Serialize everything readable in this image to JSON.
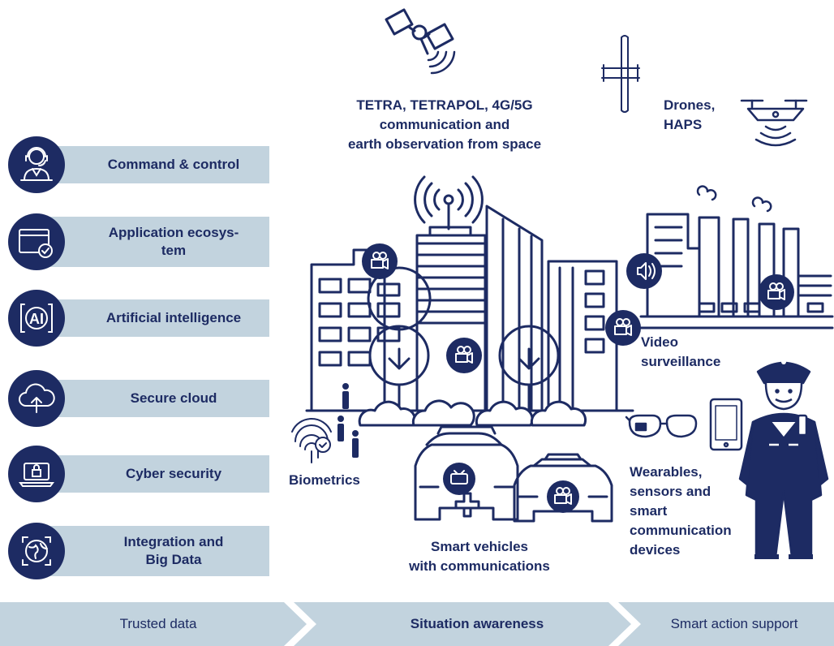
{
  "capabilities": [
    {
      "label": "Command & control",
      "icon": "operator-headset-icon"
    },
    {
      "label": "Application ecosys-\ntem",
      "icon": "application-window-check-icon"
    },
    {
      "label": "Artificial intelligence",
      "icon": "ai-icon"
    },
    {
      "label": "Secure cloud",
      "icon": "cloud-upload-icon"
    },
    {
      "label": "Cyber security",
      "icon": "laptop-lock-icon"
    },
    {
      "label": "Integration and\nBig Data",
      "icon": "globe-network-icon"
    }
  ],
  "labels": {
    "space_comms": "TETRA, TETRAPOL, 4G/5G\ncommunication and\nearth observation from space",
    "drones": "Drones,\nHAPS",
    "video_surveillance": "Video\nsurveillance",
    "biometrics": "Biometrics",
    "smart_vehicles": "Smart vehicles\nwith communications",
    "wearables": "Wearables,\nsensors and\nsmart\ncommunication\ndevices"
  },
  "pipeline": [
    {
      "label": "Trusted data",
      "bold": false
    },
    {
      "label": "Situation awareness",
      "bold": true
    },
    {
      "label": "Smart action support",
      "bold": false
    }
  ],
  "colors": {
    "navy": "#1d2b63",
    "band": "#c2d3de",
    "white": "#ffffff"
  }
}
